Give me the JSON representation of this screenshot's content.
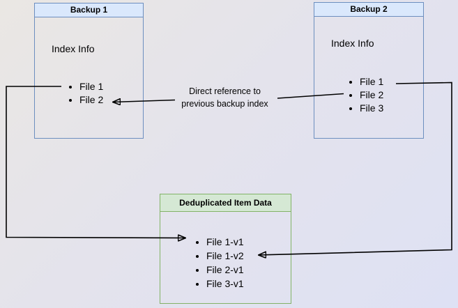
{
  "colors": {
    "bg-from": "#eae7e3",
    "bg-to": "#dee1f4",
    "header-blue": "#dae8fc",
    "border-blue": "#6c8ebf",
    "header-green": "#d5e8d4",
    "border-green": "#82b366",
    "arrow": "#000000"
  },
  "backup1": {
    "title": "Backup 1",
    "heading": "Index Info",
    "items": [
      "File 1",
      "File 2"
    ]
  },
  "backup2": {
    "title": "Backup 2",
    "heading": "Index Info",
    "items": [
      "File 1",
      "File 2",
      "File 3"
    ]
  },
  "dedup": {
    "title": "Deduplicated Item Data",
    "items": [
      "File 1-v1",
      "File 1-v2",
      "File 2-v1",
      "File 3-v1"
    ]
  },
  "edge_label": {
    "line1": "Direct reference to",
    "line2": "previous backup index"
  }
}
